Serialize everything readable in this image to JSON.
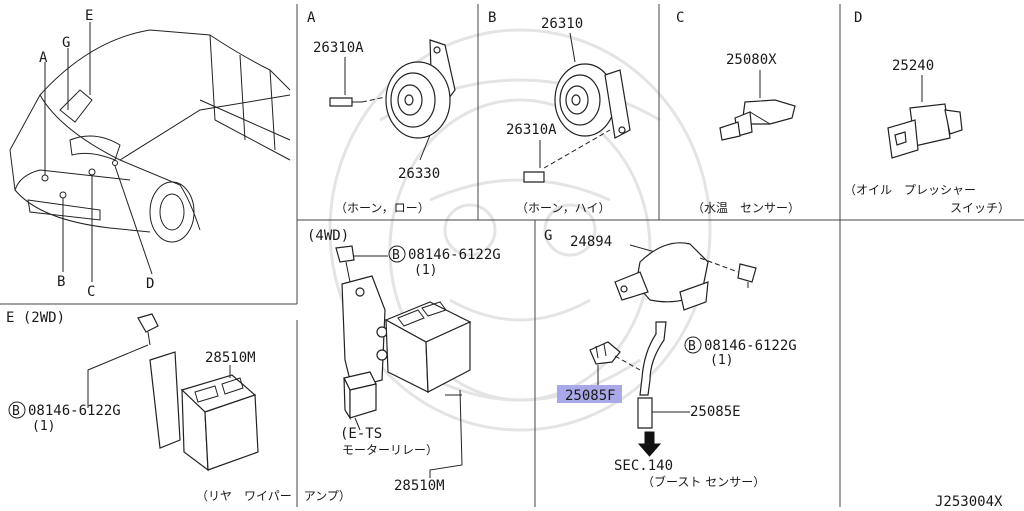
{
  "diagram_id": "J253004X",
  "car": {
    "callouts": [
      "A",
      "G",
      "E",
      "B",
      "C",
      "D"
    ]
  },
  "panels": {
    "A": {
      "letter": "A",
      "parts": [
        "26310A",
        "26330"
      ],
      "caption": "（ホーン，ロー）"
    },
    "B": {
      "letter": "B",
      "parts": [
        "26310",
        "26310A"
      ],
      "caption": "（ホーン，ハイ）"
    },
    "C": {
      "letter": "C",
      "parts": [
        "25080X"
      ],
      "caption": "（水温　センサー）"
    },
    "D": {
      "letter": "D",
      "parts": [
        "25240"
      ],
      "caption_line1": "（オイル　プレッシャー",
      "caption_line2": "スイッチ）"
    },
    "E": {
      "letter": "E (2WD)",
      "bolt_circle": "B",
      "bolt": "08146-6122G",
      "bolt_qty": "(1)",
      "part": "28510M",
      "caption": "（リヤ　ワイパー　アンプ）"
    },
    "4WD": {
      "label": "(4WD)",
      "bolt_circle": "B",
      "bolt": "08146-6122G",
      "bolt_qty": "(1)",
      "relay_line1": "(E-TS",
      "relay_line2": "モーターリレー）",
      "part": "28510M"
    },
    "G": {
      "letter": "G",
      "parts": [
        "24894",
        "25085F",
        "25085E"
      ],
      "bolt_circle": "B",
      "bolt": "08146-6122G",
      "bolt_qty": "(1)",
      "sec": "SEC.140",
      "caption": "（ブースト センサー）"
    }
  },
  "highlight_color": "#a9a8e8"
}
